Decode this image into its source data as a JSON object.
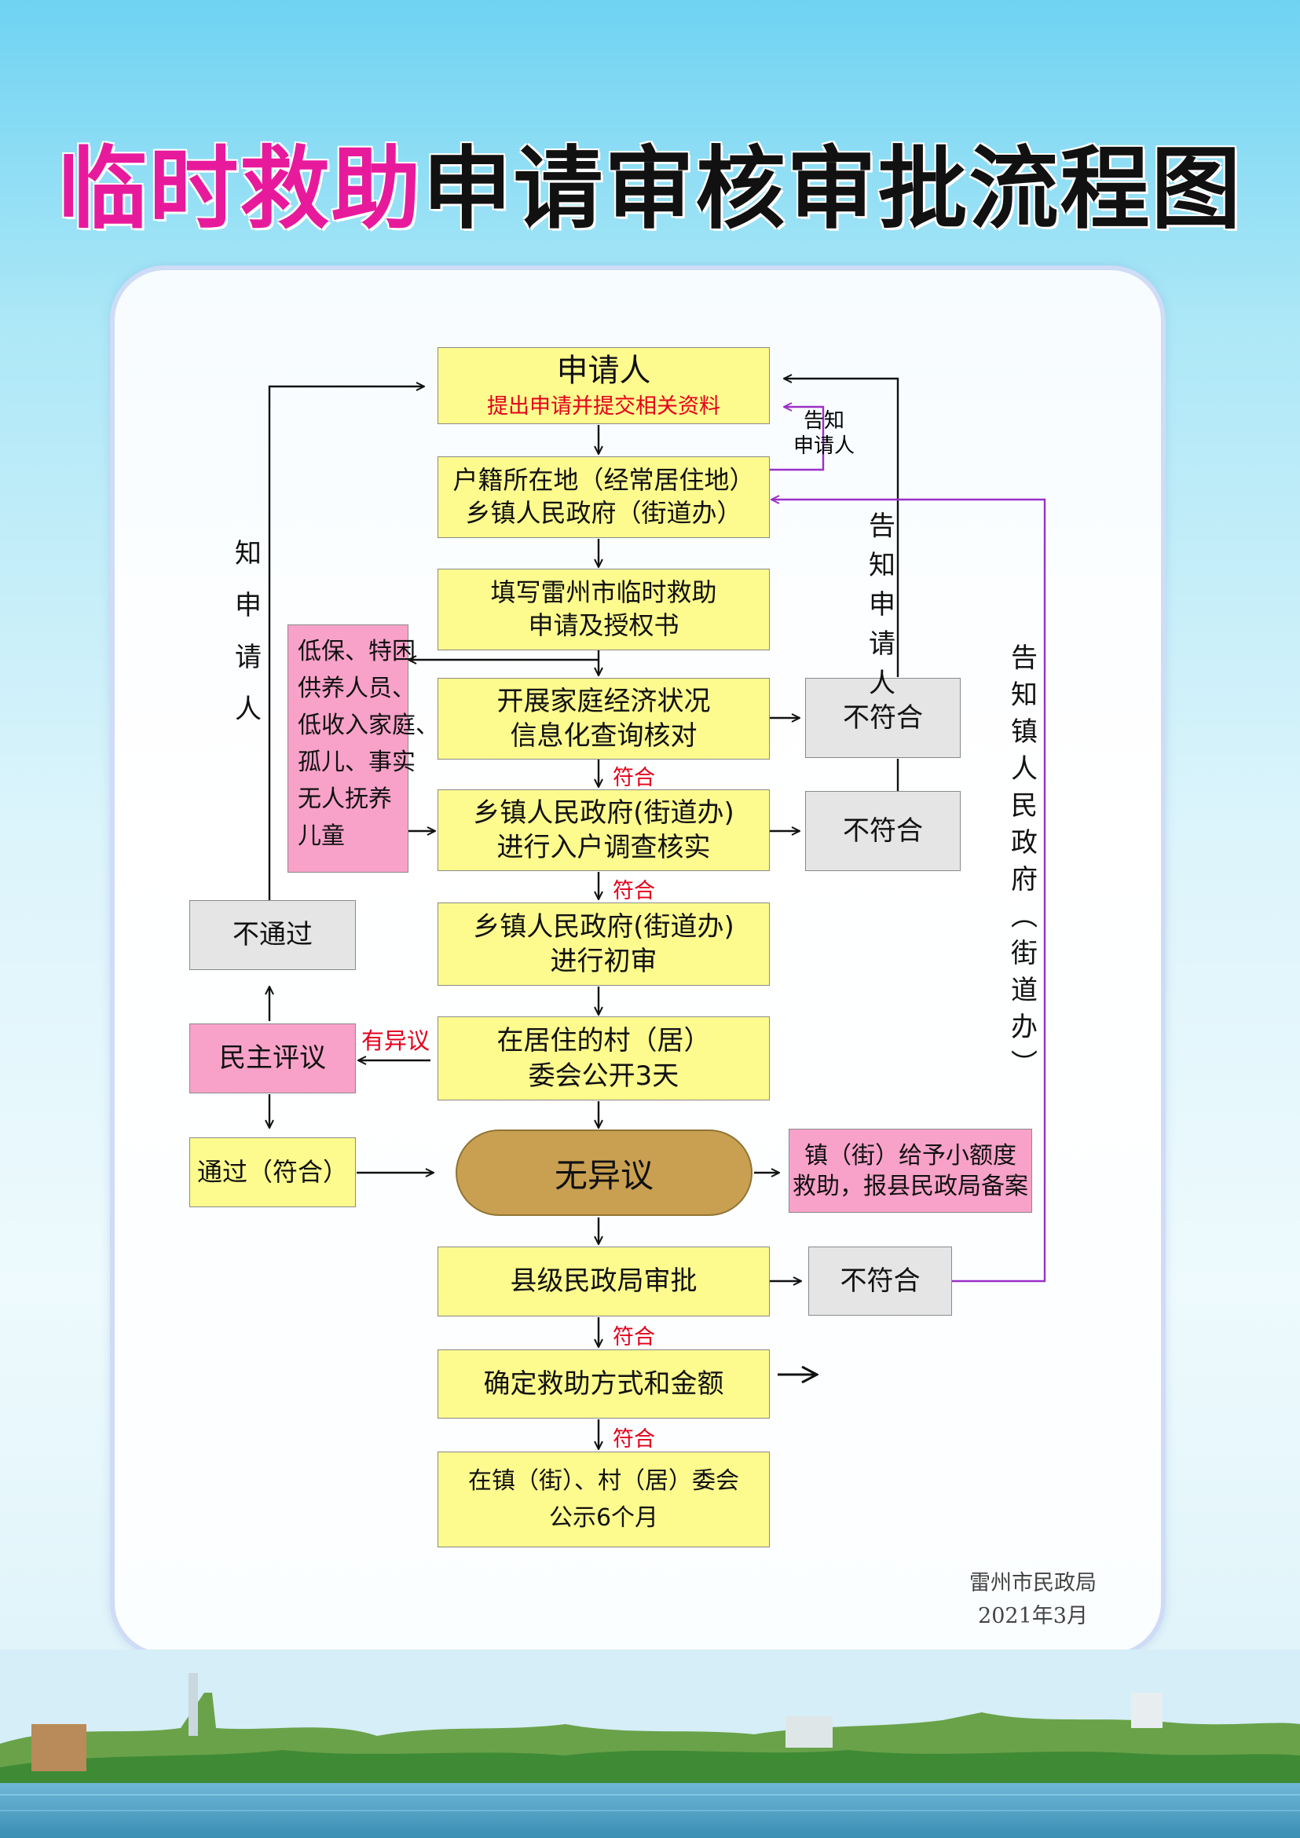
{
  "title": {
    "part1": "临时救助",
    "part2": "申请审核审批流程图"
  },
  "steps": {
    "applicant": {
      "title": "申请人",
      "sub": "提出申请并提交相关资料"
    },
    "household": {
      "line1": "户籍所在地（经常居住地）",
      "line2": "乡镇人民政府（街道办）"
    },
    "form": {
      "line1": "填写雷州市临时救助",
      "line2": "申请及授权书"
    },
    "info_check": {
      "line1": "开展家庭经济状况",
      "line2": "信息化查询核对"
    },
    "home_survey": {
      "line1": "乡镇人民政府(街道办)",
      "line2": "进行入户调查核实"
    },
    "initial_review": {
      "line1": "乡镇人民政府(街道办)",
      "line2": "进行初审"
    },
    "publicity": {
      "line1": "在居住的村（居）",
      "line2": "委会公开3天"
    },
    "no_objection": "无异议",
    "county_approval": "县级民政局审批",
    "determine": "确定救助方式和金额",
    "final_publicity": {
      "line1": "在镇（街）、村（居）委会",
      "line2": "公示6个月"
    }
  },
  "side": {
    "categories": [
      "低保、特困",
      "供养人员、",
      "低收入家庭、",
      "孤儿、事实",
      "无人抚养",
      "儿童"
    ],
    "not_pass": "不通过",
    "democratic_review": "民主评议",
    "pass": "通过（符合）",
    "not_match": "不符合",
    "small_aid": {
      "line1": "镇（街）给予小额度",
      "line2": "救助，报县民政局备案"
    }
  },
  "labels": {
    "conforms": "符合",
    "has_objection": "有异议",
    "notify_applicant_small": {
      "line1": "告知",
      "line2": "申请人"
    },
    "notify_applicant_vertical_right": [
      "告",
      "知",
      "申",
      "请",
      "人"
    ],
    "notify_applicant_vertical_left": [
      "知",
      "申",
      "请",
      "人"
    ],
    "notify_town_vertical": [
      "告",
      "知",
      "镇",
      "人",
      "民",
      "政",
      "府",
      "︵",
      "街",
      "道",
      "办",
      "︶"
    ]
  },
  "footer": {
    "org": "雷州市民政局",
    "date": "2021年3月"
  },
  "colors": {
    "title_accent": "#e81a9c",
    "yellow_box": "#fdfb8e",
    "gray_box": "#e5e5e5",
    "pink_box": "#f8a2c9",
    "oval": "#c9a051",
    "purple_line": "#9b30c8",
    "red_text": "#e3001b"
  }
}
